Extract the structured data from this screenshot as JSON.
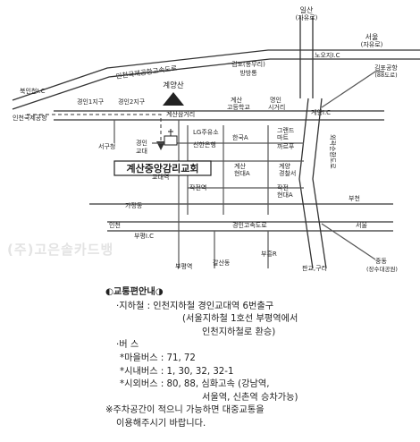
{
  "map": {
    "church_label": "계산중앙감리교회",
    "mountain_label": "계양산",
    "places": {
      "ilsan": "일산",
      "ilsan_sub": "(자유로)",
      "seoul": "서울",
      "seoul_sub": "(자유로)",
      "noksu_ic": "노오지I.C",
      "incheon_expressway": "인천국제공항고속도로",
      "bugin_ic": "북인천I.C",
      "incheon_airport": "인천국제공항",
      "gimpo": "김포(풍무리)",
      "gimpo2": "방방통",
      "gimpo_airport": "김포공항",
      "gimpo_airport_sub": "(88도로)",
      "gyeongin1": "경인1지구",
      "gyeongin2": "경인2지구",
      "gyesan_samgeori": "계산삼거리",
      "gyesan_high": "계산",
      "gyesan_high2": "고등학교",
      "myeongin": "명인",
      "myeongin2": "시거리",
      "gyeyang_ic": "계양I.C",
      "seogu": "서구청",
      "gyeongin_edu": "경인",
      "gyeongin_edu2": "교대",
      "lg": "LG주유소",
      "shinhan": "신한은행",
      "hanguk": "한국A",
      "grand": "그랜드",
      "grand2": "마트",
      "kkachi": "까르푸",
      "gyodae_station": "교대역",
      "gyesan_hyundai": "계산",
      "gyesan_hyundai2": "현대A",
      "gyeyang_police": "계양",
      "gyeyang_police2": "경찰서",
      "jakjeon_station": "작전역",
      "jakjeon_hyundai": "작전",
      "jakjeon_hyundai2": "현대A",
      "outer_ring": "외곽순환도로",
      "gajeong": "가정동",
      "bucheon": "부천",
      "incheon": "인천",
      "gyeongin_expressway": "경인고속도로",
      "seoul2": "서울",
      "bupyeong_ic": "부평I.C",
      "bupyeong_station": "부평역",
      "galsan": "갈산동",
      "buheung": "부흥R",
      "pangyo": "판교,구리",
      "jungdong": "중동",
      "jungdong_sub": "(장수대공원)"
    }
  },
  "watermark": "(주)고은솔카드뱅",
  "info": {
    "title": "◐교통편안내◑",
    "subway_label": "·지하철 : 인천지하철 경인교대역 6번출구",
    "subway_note1": "(서울지하철 1호선 부평역에서",
    "subway_note2": "인천지하철로 환승)",
    "bus_label": "·버      스",
    "village_bus": "*마을버스 : 71, 72",
    "city_bus": "*시내버스 : 1, 30, 32, 32-1",
    "intercity_bus": "*시외버스 : 80, 88, 심화고속 (강남역,",
    "intercity_note": "서울역, 신촌역 승차가능)",
    "parking1": "※주차공간이 적으니 가능하면 대중교통을",
    "parking2": "이용해주시기 바랍니다."
  }
}
